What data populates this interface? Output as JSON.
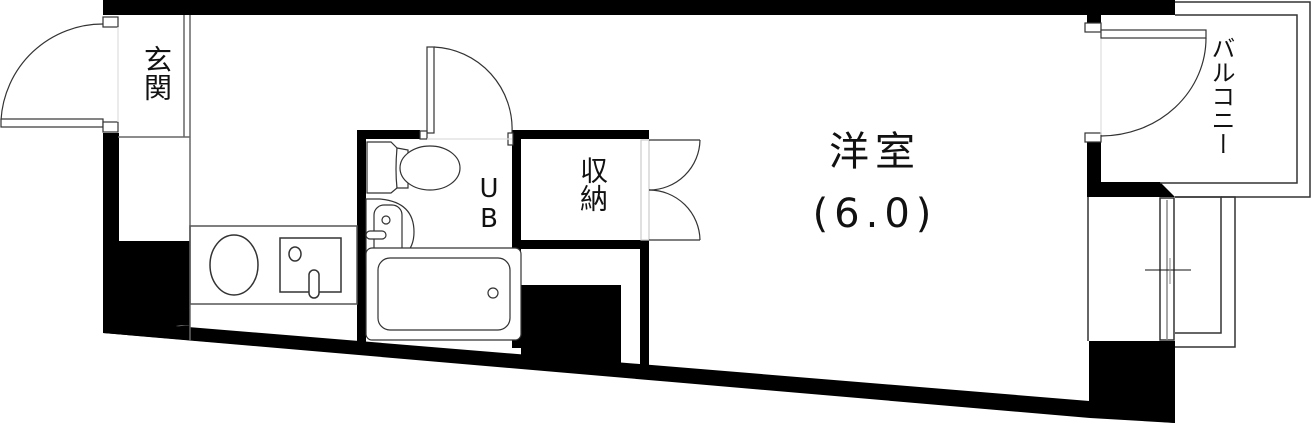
{
  "floorplan": {
    "colors": {
      "wall": "#000000",
      "line": "#444444",
      "thin": "#666666",
      "background": "#ffffff"
    },
    "rooms": {
      "entrance": {
        "label": "玄関"
      },
      "unit_bath": {
        "label": "UB"
      },
      "storage": {
        "label": "収納"
      },
      "western_room": {
        "label": "洋室",
        "size": "(6.0)"
      },
      "balcony": {
        "label": "バルコニー"
      }
    }
  }
}
